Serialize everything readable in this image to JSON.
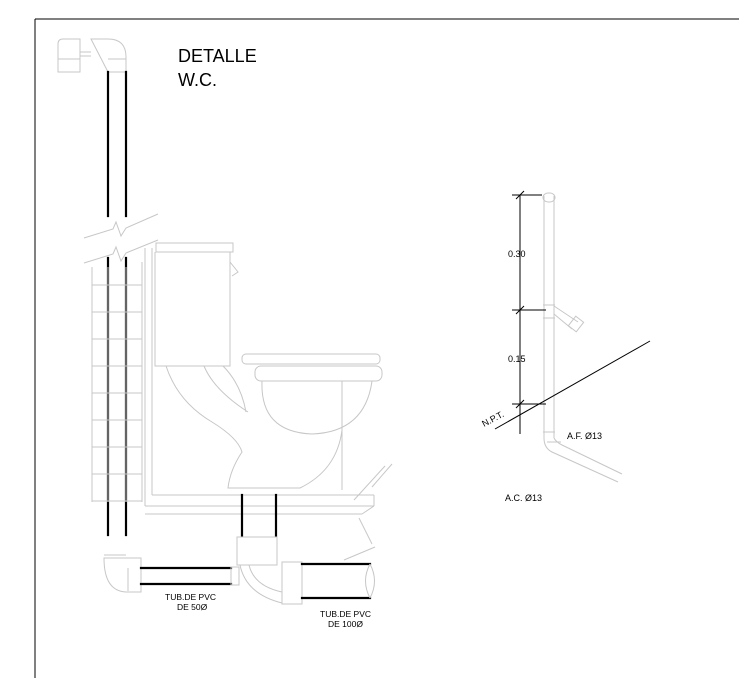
{
  "title": {
    "line1": "DETALLE",
    "line2": "W.C."
  },
  "labels": {
    "pipe_50_line1": "TUB.DE PVC",
    "pipe_50_line2": "DE 50Ø",
    "pipe_100_line1": "TUB.DE PVC",
    "pipe_100_line2": "DE 100Ø",
    "dim_upper": "0.30",
    "dim_lower": "0.15",
    "floor_level": "N.P.T.",
    "cold_water": "A.F. Ø13",
    "hot_water": "A.C. Ø13"
  },
  "icons": {
    "toilet": "toilet-icon",
    "vent_pipe": "vent-pipe-icon",
    "water_supply": "water-supply-icon"
  },
  "colors": {
    "drawing_black": "#000000",
    "drawing_gray": "#a8a8a8",
    "drawing_light_gray": "#c7c7c7"
  }
}
